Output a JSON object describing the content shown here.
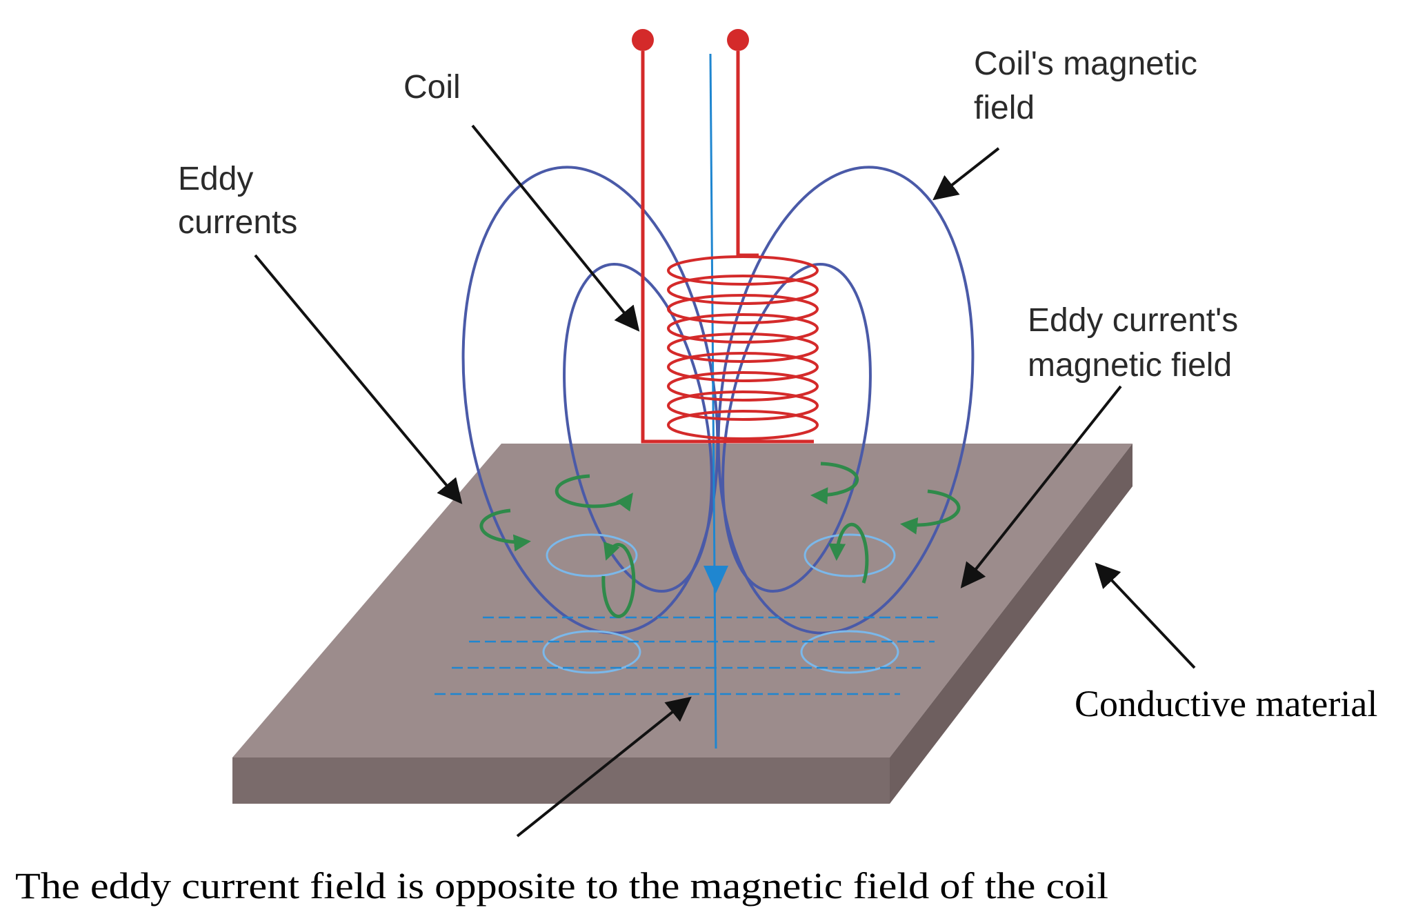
{
  "labels": {
    "coil": "Coil",
    "coil_field_line1": "Coil's magnetic",
    "coil_field_line2": "field",
    "eddy_currents_line1": "Eddy",
    "eddy_currents_line2": "currents",
    "eddy_field_line1": "Eddy current's",
    "eddy_field_line2": "magnetic field",
    "conductive_material": "Conductive material",
    "caption": "The eddy current field is opposite to the magnetic field of the coil"
  },
  "colors": {
    "coil": "#d42a2a",
    "coil_field": "#4a5aa8",
    "eddy_current": "#2f8a4a",
    "eddy_field": "#1f86d0",
    "plate_top": "#9c8c8c",
    "plate_side": "#7a6b6b",
    "pointer": "#111111"
  }
}
